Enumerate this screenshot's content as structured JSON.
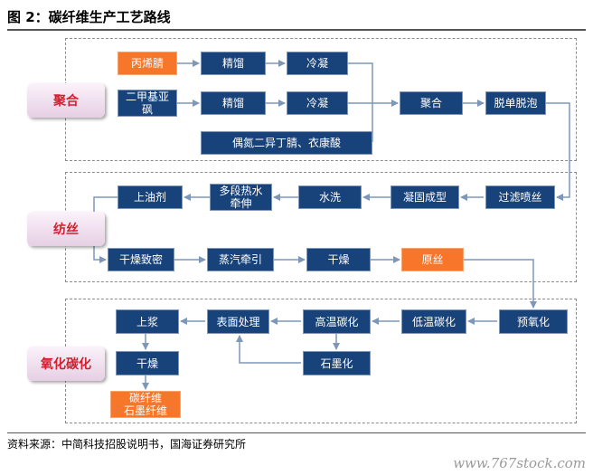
{
  "title": "图 2：碳纤维生产工艺路线",
  "stages": {
    "polymerization": "聚合",
    "spinning": "纺丝",
    "oxidation_carbonization": "氧化碳化"
  },
  "nodes": {
    "acrylonitrile": "丙烯腈",
    "dmso": "二甲基亚砜",
    "distill_1": "精馏",
    "distill_2": "精馏",
    "condense_1": "冷凝",
    "condense_2": "冷凝",
    "aibn_itaconic": "偶氮二异丁腈、衣康酸",
    "polymerize": "聚合",
    "degassing": "脱单脱泡",
    "filter_spin": "过滤喷丝",
    "coagulation": "凝固成型",
    "water_wash": "水洗",
    "multi_stretch": "多段热水牵伸",
    "oiling": "上油剂",
    "dry_densify": "干燥致密",
    "steam_stretch": "蒸汽牵引",
    "dry": "干燥",
    "precursor": "原丝",
    "pre_oxidation": "预氧化",
    "low_carbonization": "低温碳化",
    "high_carbonization": "高温碳化",
    "graphitization": "石墨化",
    "surface_treatment": "表面处理",
    "sizing": "上浆",
    "dry_final": "干燥",
    "carbon_fiber": "碳纤维",
    "graphite_fiber": "石墨纤维"
  },
  "colors": {
    "node_fill": "#18427a",
    "highlight_fill": "#f7762a",
    "stage_text": "#d41d2e",
    "arrow": "#7e97b8"
  },
  "source": "资料来源：中简科技招股说明书，国海证券研究所",
  "watermark": "www.767stock.com"
}
